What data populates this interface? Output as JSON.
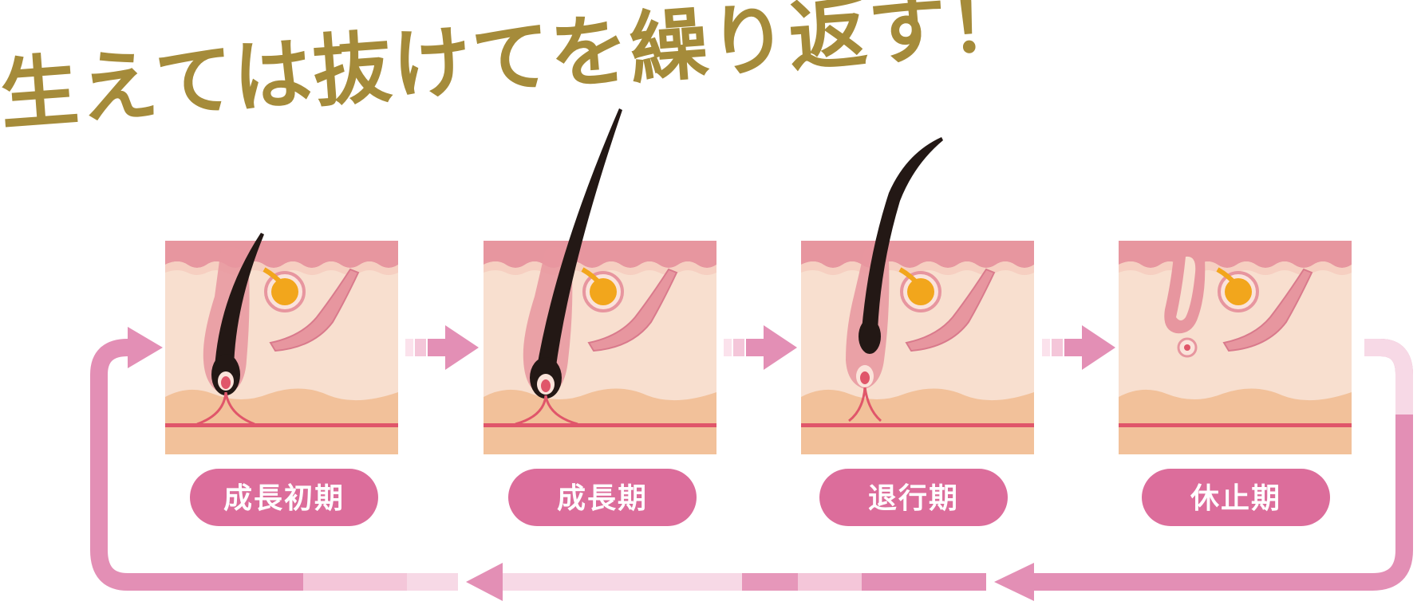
{
  "title": "生えては抜けてを繰り返す！",
  "stages": [
    {
      "label": "成長初期"
    },
    {
      "label": "成長期"
    },
    {
      "label": "退行期"
    },
    {
      "label": "休止期"
    }
  ],
  "colors": {
    "title": "#a58b3a",
    "label_pill": "#dc6d9b",
    "arrow": "#e38fb5",
    "skin_top": "#e7969f",
    "dermis": "#f8dfcf",
    "subcutis": "#f2c19a",
    "hair": "#231815",
    "sebaceous_gland": "#f2a61c"
  }
}
